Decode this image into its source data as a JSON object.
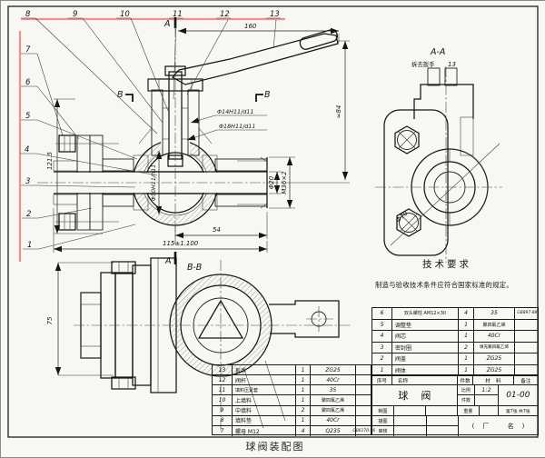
{
  "caption": "球阀装配图",
  "balloons": [
    "1",
    "2",
    "3",
    "4",
    "5",
    "6",
    "7",
    "8",
    "9",
    "10",
    "11",
    "12",
    "13"
  ],
  "dims": {
    "len160": "160",
    "approx84": "≈84",
    "h121": "121.5",
    "stem14": "Φ14H11/d11",
    "stem18": "Φ18H11/d11",
    "ball50": "Φ50H11/h11",
    "bore20": "Φ20",
    "thread": "M36×2",
    "len54": "54",
    "len115": "115±1.100",
    "bolt70": "Φ70",
    "h75": "75"
  },
  "labels": {
    "aa": "A-A",
    "aa_note": "拆去扳手",
    "ref13": "13",
    "bb": "B-B",
    "a": "A",
    "b": "B"
  },
  "tech": {
    "title": "技术要求",
    "line": "制造与验收技术条件应符合国家标准的规定。"
  },
  "header": {
    "no": "序号",
    "name": "名称",
    "qty": "件数",
    "material": "材料",
    "note": "备注"
  },
  "parts_left": [
    {
      "no": "13",
      "name": "扳手",
      "qty": "1",
      "material": "ZG25",
      "note": ""
    },
    {
      "no": "12",
      "name": "阀杆",
      "qty": "1",
      "material": "40Cr",
      "note": ""
    },
    {
      "no": "11",
      "name": "填料压紧套",
      "qty": "1",
      "material": "35",
      "note": ""
    },
    {
      "no": "10",
      "name": "上填料",
      "qty": "1",
      "material": "聚四氟乙烯",
      "note": ""
    },
    {
      "no": "9",
      "name": "中填料",
      "qty": "2",
      "material": "聚四氟乙烯",
      "note": ""
    },
    {
      "no": "8",
      "name": "填料垫",
      "qty": "1",
      "material": "40Cr",
      "note": ""
    },
    {
      "no": "7",
      "name": "螺母 M12",
      "qty": "4",
      "material": "Q235",
      "note": "GB6170-86"
    }
  ],
  "parts_right": [
    {
      "no": "6",
      "name": "双头螺柱 AM12×30",
      "qty": "4",
      "material": "35",
      "note": "GB897-88"
    },
    {
      "no": "5",
      "name": "调整垫",
      "qty": "1",
      "material": "聚四氟乙烯",
      "note": ""
    },
    {
      "no": "4",
      "name": "阀芯",
      "qty": "1",
      "material": "40Cr",
      "note": ""
    },
    {
      "no": "3",
      "name": "密封圈",
      "qty": "2",
      "material": "填充聚四氟乙烯",
      "note": ""
    },
    {
      "no": "2",
      "name": "阀盖",
      "qty": "1",
      "material": "ZG25",
      "note": ""
    },
    {
      "no": "1",
      "name": "阀体",
      "qty": "1",
      "material": "ZG25",
      "note": ""
    }
  ],
  "titleblock": {
    "product": "球阀",
    "scale_label": "比例",
    "scale_value": "1:2",
    "qty_label": "件数",
    "qty_value": "",
    "drawing_no": "01-00",
    "drafter_label": "制图",
    "tracer_label": "描图",
    "checker_label": "审核",
    "weight_label": "重量",
    "weight_value": "",
    "sheet_info": "第7张 共7张",
    "company": "(厂 名)"
  }
}
